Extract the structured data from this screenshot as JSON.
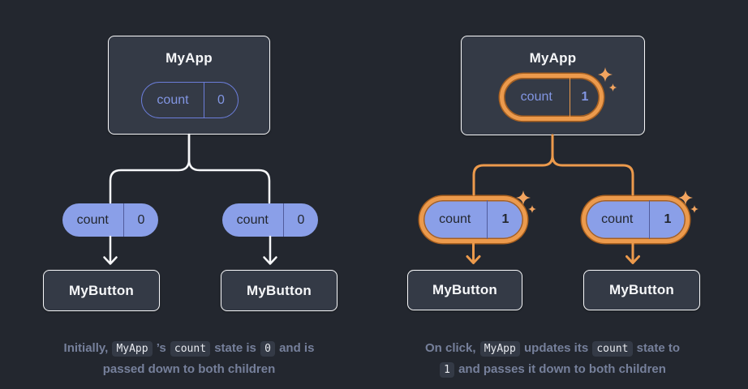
{
  "colors": {
    "background": "#23272F",
    "box_fill": "#343A46",
    "box_border": "#F6F7F9",
    "pill_fill": "#8A9FE8",
    "pill_outline_blue": "#6B7DD9",
    "pill_text_blue": "#8296E3",
    "pill_text_dark": "#23272F",
    "highlight_orange": "#EC9A4C",
    "highlight_orange_dark": "#A9601F",
    "connector_left": "#F6F7F9",
    "connector_right": "#EC9A4C",
    "sparkle": "#F2A45F",
    "caption_text": "#76809B",
    "chip_bg": "#343A46",
    "chip_text": "#E8EAEF"
  },
  "trees": {
    "left": {
      "root": {
        "title": "MyApp",
        "state": {
          "label": "count",
          "value": "0"
        },
        "highlighted": false
      },
      "children": [
        {
          "state": {
            "label": "count",
            "value": "0"
          },
          "component": "MyButton",
          "highlighted": false
        },
        {
          "state": {
            "label": "count",
            "value": "0"
          },
          "component": "MyButton",
          "highlighted": false
        }
      ]
    },
    "right": {
      "root": {
        "title": "MyApp",
        "state": {
          "label": "count",
          "value": "1"
        },
        "highlighted": true
      },
      "children": [
        {
          "state": {
            "label": "count",
            "value": "1"
          },
          "component": "MyButton",
          "highlighted": true
        },
        {
          "state": {
            "label": "count",
            "value": "1"
          },
          "component": "MyButton",
          "highlighted": true
        }
      ]
    }
  },
  "captions": {
    "left": {
      "line1": [
        "Initially,",
        "MyApp",
        "’s",
        "count",
        "state is",
        "0",
        "and is"
      ],
      "line2": "passed down to both children"
    },
    "right": {
      "line1": [
        "On click,",
        "MyApp",
        "updates its",
        "count",
        "state to"
      ],
      "line2": [
        "1",
        "and passes it down to both children"
      ]
    }
  }
}
